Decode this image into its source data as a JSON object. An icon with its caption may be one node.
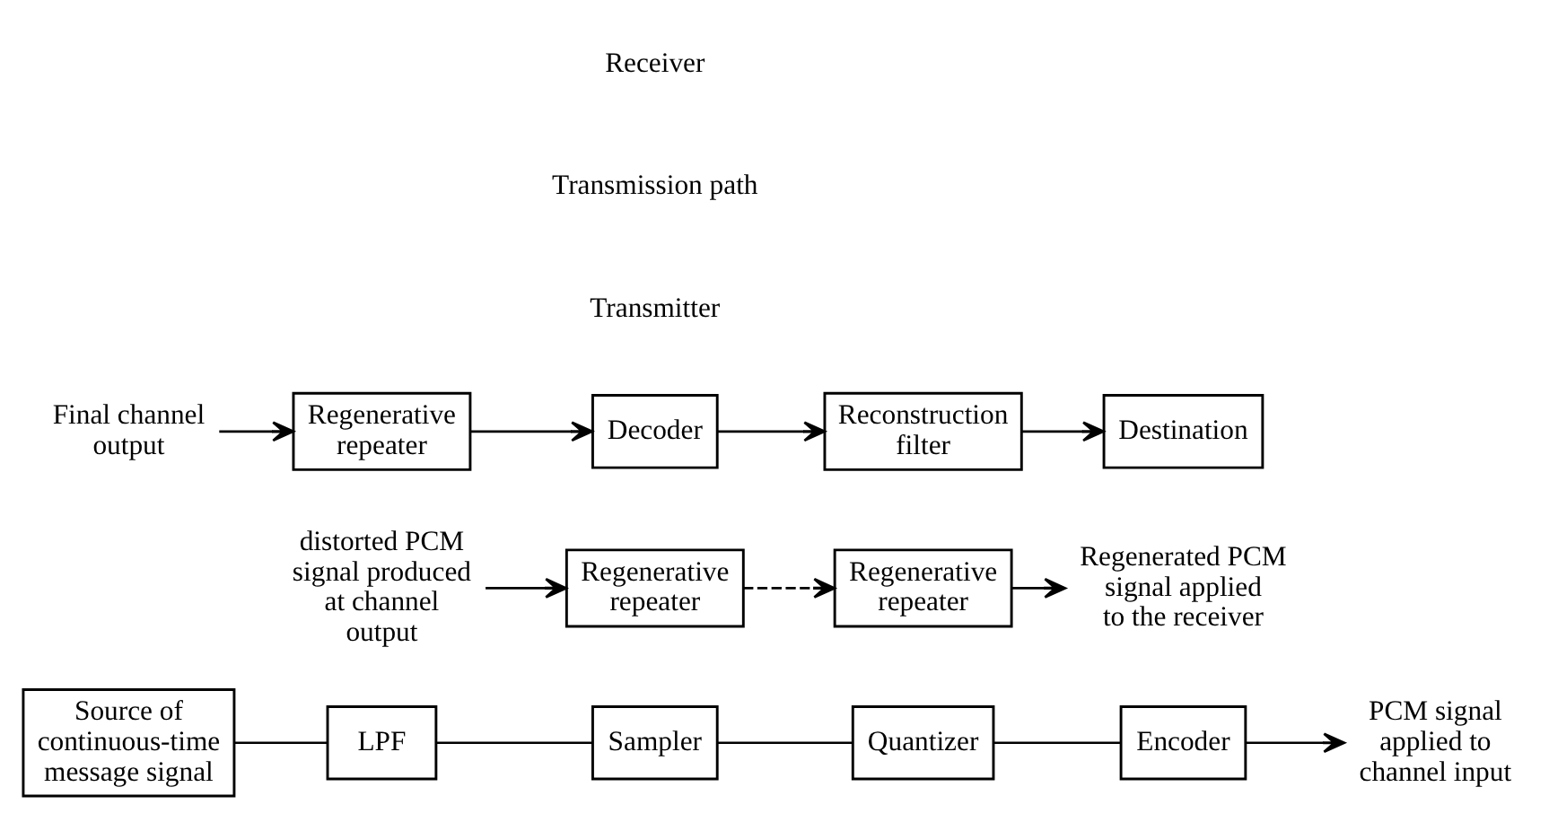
{
  "diagram": {
    "nodes": [
      {
        "text": [
          "Source of continuous-time message signal"
        ]
      },
      {
        "text": [
          "LPF"
        ]
      },
      {
        "text": [
          "Sampler"
        ]
      },
      {
        "text": [
          "Quantizer"
        ]
      },
      {
        "text": [
          "Encoder"
        ]
      },
      {
        "text": [
          "PCM signal applied to channel input"
        ]
      },
      {
        "text": [
          "distorted PCM signal produced at channel output"
        ]
      },
      {
        "text": [
          "Regenerative repeater"
        ]
      },
      {
        "text": [
          "Regenerative repeater"
        ]
      },
      {
        "text": [
          "Regenerated PCM signal applied to the receiver"
        ]
      },
      {
        "text": [
          "Final channel output"
        ]
      },
      {
        "text": [
          "Regenerative repeater"
        ]
      },
      {
        "text": [
          "Decoder"
        ]
      },
      {
        "text": [
          "Reconstruction filter"
        ]
      },
      {
        "text": [
          "Destination"
        ]
      }
    ],
    "edges": [
      {
        "from": 0,
        "to": 1,
        "arrow": "none"
      },
      {
        "from": 1,
        "to": 2,
        "arrow": "none"
      },
      {
        "from": 2,
        "to": 3,
        "arrow": "none"
      },
      {
        "from": 3,
        "to": 4,
        "arrow": "none"
      },
      {
        "from": 4,
        "to": 5,
        "arrow": "to"
      },
      {
        "from": 6,
        "to": 7,
        "arrow": "to"
      },
      {
        "from": 7,
        "to": 8,
        "arrow": "to",
        "style": "dashed"
      },
      {
        "from": 8,
        "to": 9,
        "arrow": "to"
      },
      {
        "from": 10,
        "to": 11,
        "arrow": "to"
      },
      {
        "from": 11,
        "to": 12,
        "arrow": "to"
      },
      {
        "from": 12,
        "to": 13,
        "arrow": "to"
      },
      {
        "from": 13,
        "to": 14,
        "arrow": "to"
      }
    ],
    "labels": [
      "Transmitter",
      "Transmission path",
      "Receiver"
    ]
  }
}
